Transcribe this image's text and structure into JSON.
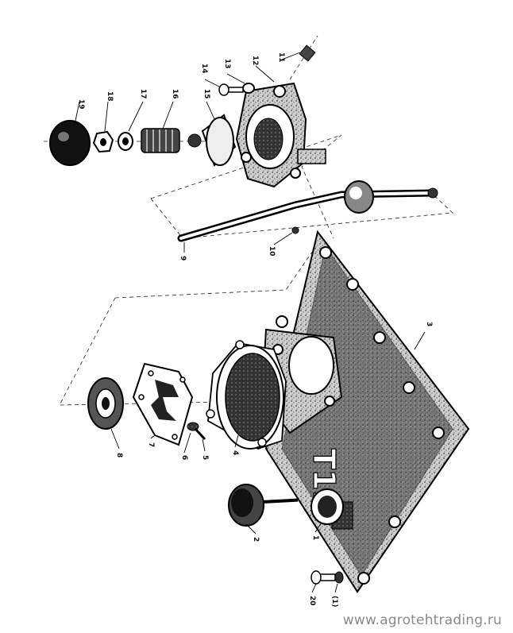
{
  "diagram": {
    "part_numbers": [
      "1",
      "2",
      "3",
      "4",
      "5",
      "6",
      "7",
      "8",
      "9",
      "10",
      "11",
      "12",
      "13",
      "14",
      "15",
      "16",
      "17",
      "18",
      "19",
      "20",
      "(1)"
    ],
    "casting_mark": "Т1Г"
  },
  "watermark": "www.agrotehtrading.ru"
}
